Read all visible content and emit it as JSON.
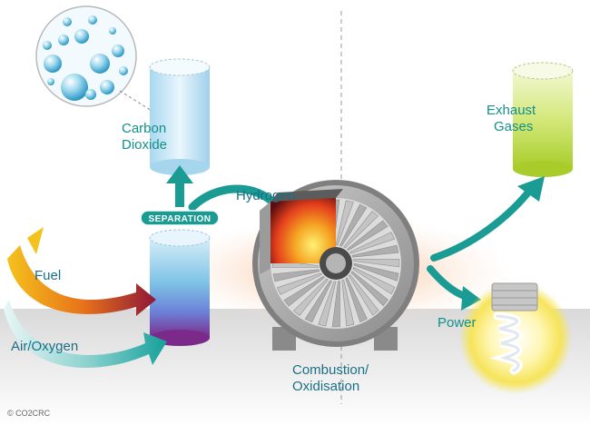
{
  "labels": {
    "carbon_dioxide_1": "Carbon",
    "carbon_dioxide_2": "Dioxide",
    "separation": "SEPARATION",
    "hydrogen": "Hydrogen",
    "fuel": "Fuel",
    "air_oxygen": "Air/Oxygen",
    "exhaust_1": "Exhaust",
    "exhaust_2": "Gases",
    "power": "Power",
    "combustion_1": "Combustion/",
    "combustion_2": "Oxidisation"
  },
  "copyright": "© CO2CRC",
  "colors": {
    "accent_teal": "#1a9b94",
    "label_teal": "#148f8a",
    "fuel_gradient": [
      "#f4c21c",
      "#e8741a",
      "#9a1a3a"
    ],
    "exhaust_green": "#b7d83a",
    "bulb_glow": "#f7e96a"
  }
}
